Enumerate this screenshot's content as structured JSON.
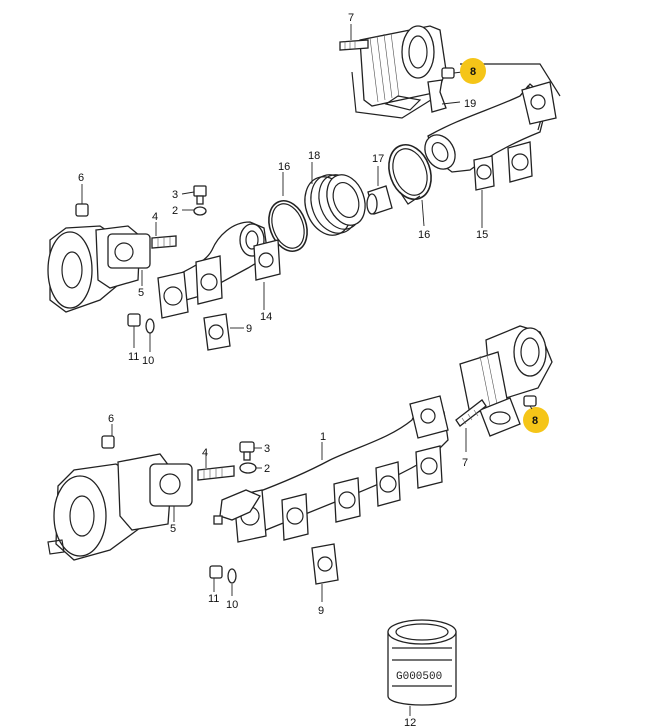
{
  "labels": {
    "p1": "1",
    "p2a": "2",
    "p2b": "2",
    "p3a": "3",
    "p3b": "3",
    "p4a": "4",
    "p4b": "4",
    "p5a": "5",
    "p5b": "5",
    "p6a": "6",
    "p6b": "6",
    "p7a": "7",
    "p7b": "7",
    "p8a": "8",
    "p8b": "8",
    "p9a": "9",
    "p9b": "9",
    "p10a": "10",
    "p10b": "10",
    "p11a": "11",
    "p11b": "11",
    "p12": "12",
    "p14": "14",
    "p15": "15",
    "p16a": "16",
    "p16b": "16",
    "p17": "17",
    "p18": "18",
    "p19": "19"
  },
  "stamp_text": "G000500",
  "colors": {
    "highlight": "#f5c518",
    "line": "#222222"
  }
}
